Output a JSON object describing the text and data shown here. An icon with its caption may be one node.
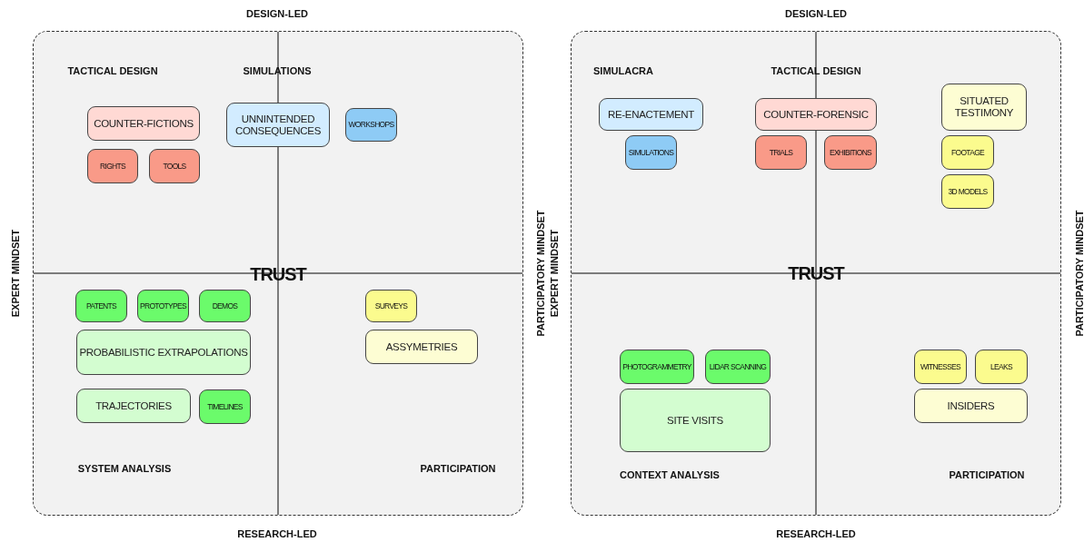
{
  "diagram": {
    "nodes": [
      {
        "text": [],
        "shape": "box"
      },
      {
        "text": [
          "COUNTER-FICTIONS"
        ],
        "in": 0
      },
      {
        "text": [
          "RIGHTS"
        ],
        "in": 0
      },
      {
        "text": [
          "TOOLS"
        ],
        "in": 0
      },
      {
        "text": [
          "UNNINTENDED CONSEQUENCES"
        ],
        "in": 0
      },
      {
        "text": [
          "WORKSHOPS"
        ],
        "in": 0
      },
      {
        "text": [
          "PATENTS"
        ],
        "in": 0
      },
      {
        "text": [
          "PROTOTYPES"
        ],
        "in": 0
      },
      {
        "text": [
          "DEMOS"
        ],
        "in": 0
      },
      {
        "text": [
          "PROBABILISTIC EXTRAPOLATIONS"
        ],
        "in": 0
      },
      {
        "text": [
          "TRAJECTORIES"
        ],
        "in": 0
      },
      {
        "text": [
          "TIMELINES"
        ],
        "in": 0
      },
      {
        "text": [
          "SURVEYS"
        ],
        "in": 0
      },
      {
        "text": [
          "ASSYMETRIES"
        ],
        "in": 0
      },
      {
        "text": [],
        "shape": "box"
      },
      {
        "text": [
          "RE-ENACTEMENT"
        ],
        "in": 14
      },
      {
        "text": [
          "SIMULATIONS"
        ],
        "in": 14
      },
      {
        "text": [
          "COUNTER-FORENSIC"
        ],
        "in": 14
      },
      {
        "text": [
          "TRIALS"
        ],
        "in": 14
      },
      {
        "text": [
          "EXHIBITIONS"
        ],
        "in": 14
      },
      {
        "text": [
          "SITUATED TESTIMONY"
        ],
        "in": 14
      },
      {
        "text": [
          "FOOTAGE"
        ],
        "in": 14
      },
      {
        "text": [
          "3D MODELS"
        ],
        "in": 14
      },
      {
        "text": [
          "PHOTOGRAMMETRY"
        ],
        "in": 14
      },
      {
        "text": [
          "LIDAR SCANNING"
        ],
        "in": 14
      },
      {
        "text": [
          "SITE VISITS"
        ],
        "in": 14
      },
      {
        "text": [
          "WITNESSES"
        ],
        "in": 14
      },
      {
        "text": [
          "LEAKS"
        ],
        "in": 14
      },
      {
        "text": [
          "INSIDERS"
        ],
        "in": 14
      }
    ],
    "labels": [
      "DESIGN-LED",
      "DESIGN-LED",
      "TACTICAL DESIGN",
      "SIMULATIONS",
      "SIMULACRA",
      "TACTICAL DESIGN",
      "EXPERT MINDSET",
      "TRUST",
      "PARTICIPATORY MINDSET",
      "EXPERT MINDSET",
      "TRUST",
      "PARTICIPATORY MINDSET",
      "SYSTEM ANALYSIS",
      "PARTICIPATION",
      "CONTEXT ANALYSIS",
      "PARTICIPATION",
      "RESEARCH-LED",
      "RESEARCH-LED"
    ]
  }
}
